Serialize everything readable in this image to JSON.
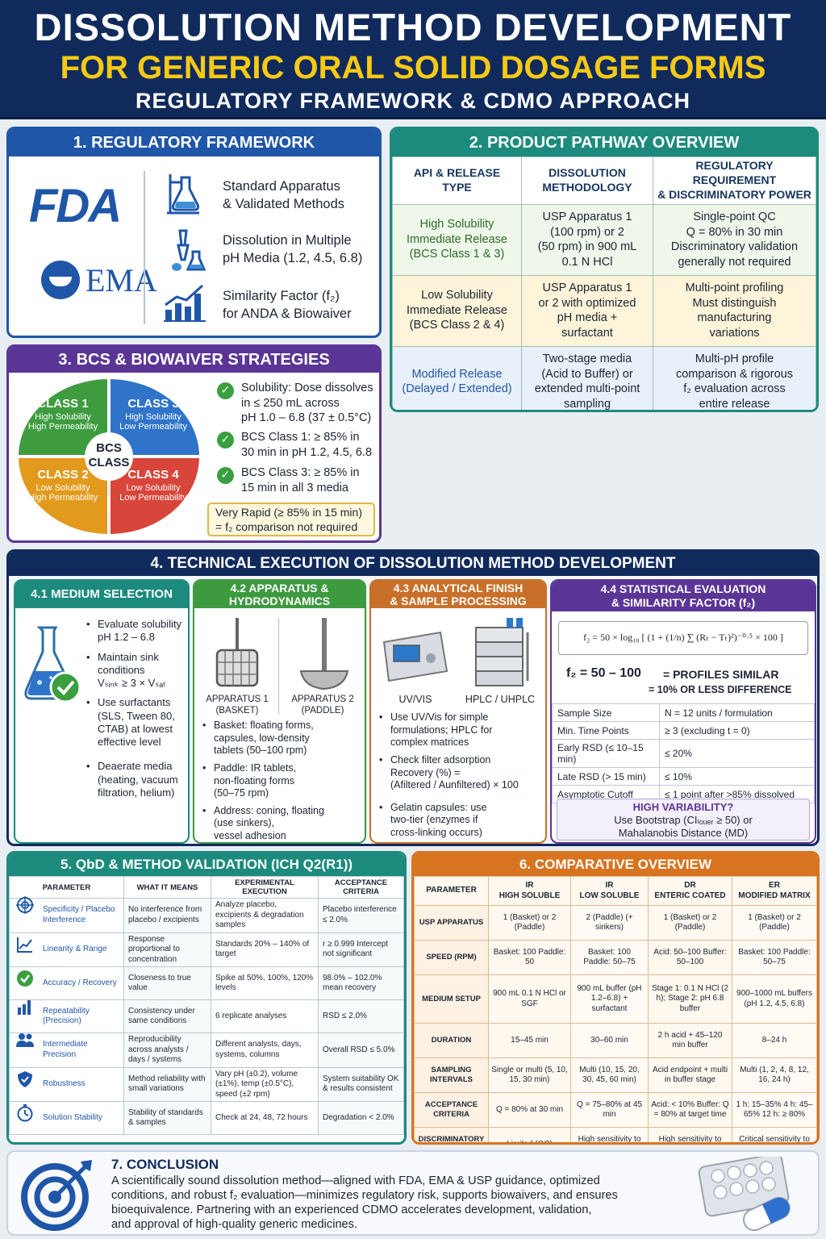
{
  "header": {
    "title1": "DISSOLUTION METHOD DEVELOPMENT",
    "title2": "FOR GENERIC ORAL SOLID DOSAGE FORMS",
    "title3": "REGULATORY FRAMEWORK & CDMO APPROACH"
  },
  "colors": {
    "navy": "#102a5c",
    "yellow": "#f6c915",
    "blue": "#1f56a8",
    "teal": "#1c8b7d",
    "purple": "#5b3596",
    "green": "#3d9a3f",
    "orange": "#d8741f"
  },
  "s1": {
    "title": "1. REGULATORY FRAMEWORK",
    "fda": "FDA",
    "ema": "EMA",
    "items": [
      {
        "l1": "Standard Apparatus",
        "l2": "& Validated Methods",
        "icon": "flask-stand-icon"
      },
      {
        "l1": "Dissolution in Multiple",
        "l2": "pH Media (1.2, 4.5, 6.8)",
        "icon": "dropper-icon"
      },
      {
        "l1": "Similarity Factor (f₂)",
        "l2": "for ANDA & Biowaiver",
        "icon": "bar-chart-icon"
      }
    ]
  },
  "s2": {
    "title": "2. PRODUCT PATHWAY OVERVIEW",
    "headers": [
      [
        "API & RELEASE",
        "TYPE"
      ],
      [
        "DISSOLUTION",
        "METHODOLOGY"
      ],
      [
        "REGULATORY REQUIREMENT",
        "& DISCRIMINATORY POWER"
      ]
    ],
    "rows": [
      {
        "type": [
          "High Solubility",
          "Immediate Release",
          "(BCS Class 1 & 3)"
        ],
        "method": [
          "USP Apparatus 1",
          "(100 rpm) or 2",
          "(50 rpm) in 900 mL",
          "0.1 N HCl"
        ],
        "req": [
          "Single-point QC",
          "Q = 80% in 30 min",
          "Discriminatory validation",
          "generally not required"
        ]
      },
      {
        "type": [
          "Low Solubility",
          "Immediate Release",
          "(BCS Class 2 & 4)"
        ],
        "method": [
          "USP Apparatus 1",
          "or 2 with optimized",
          "pH media +",
          "surfactant"
        ],
        "req": [
          "Multi-point profiling",
          "Must distinguish",
          "manufacturing",
          "variations"
        ]
      },
      {
        "type": [
          "Modified Release",
          "(Delayed / Extended)"
        ],
        "method": [
          "Two-stage media",
          "(Acid to Buffer) or",
          "extended multi-point",
          "sampling"
        ],
        "req": [
          "Multi-pH profile",
          "comparison & rigorous",
          "f₂ evaluation across",
          "entire release"
        ]
      }
    ]
  },
  "s3": {
    "title": "3. BCS & BIOWAIVER STRATEGIES",
    "center": [
      "BCS",
      "CLASS"
    ],
    "classes": [
      {
        "name": "CLASS 1",
        "a": "High Solubility",
        "b": "High Permeability"
      },
      {
        "name": "CLASS 3",
        "a": "High Solubility",
        "b": "Low Permeability"
      },
      {
        "name": "CLASS 2",
        "a": "Low Solubility",
        "b": "High Permeability"
      },
      {
        "name": "CLASS 4",
        "a": "Low Solubility",
        "b": "Low Permeability"
      }
    ],
    "checks": [
      [
        "Solubility: Dose dissolves",
        "in ≤ 250 mL across",
        "pH 1.0 – 6.8 (37 ± 0.5°C)"
      ],
      [
        "BCS Class 1: ≥ 85% in",
        "30 min in pH 1.2, 4.5, 6.8"
      ],
      [
        "BCS Class 3: ≥ 85% in",
        "15 min in all 3 media"
      ]
    ],
    "note": [
      "Very Rapid (≥ 85% in 15 min)",
      "= f₂ comparison not required"
    ]
  },
  "s4": {
    "title": "4. TECHNICAL EXECUTION OF DISSOLUTION METHOD DEVELOPMENT",
    "m1": {
      "title": "4.1 MEDIUM SELECTION",
      "bullets": [
        [
          "Evaluate solubility",
          "pH 1.2 – 6.8"
        ],
        [
          "Maintain sink",
          "conditions",
          "Vₛᵢₙₖ ≥ 3 × Vₛₐₜ"
        ],
        [
          "Use surfactants",
          "(SLS, Tween 80,",
          "CTAB) at lowest",
          "effective level"
        ],
        [
          "Deaerate media",
          "(heating, vacuum",
          "filtration, helium)"
        ]
      ]
    },
    "m2": {
      "title": [
        "4.2 APPARATUS &",
        "HYDRODYNAMICS"
      ],
      "app1": [
        "APPARATUS 1",
        "(BASKET)"
      ],
      "app2": [
        "APPARATUS 2",
        "(PADDLE)"
      ],
      "bullets": [
        [
          "Basket: floating forms,",
          "capsules, low-density",
          "tablets (50–100 rpm)"
        ],
        [
          "Paddle: IR tablets,",
          "non-floating forms",
          "(50–75 rpm)"
        ],
        [
          "Address: coning, floating",
          "(use sinkers),",
          "vessel adhesion"
        ]
      ]
    },
    "m3": {
      "title": [
        "4.3 ANALYTICAL FINISH",
        "& SAMPLE PROCESSING"
      ],
      "inst1": "UV/VIS",
      "inst2": "HPLC / UHPLC",
      "bullets": [
        [
          "Use UV/Vis for simple",
          "formulations; HPLC for",
          "complex matrices"
        ],
        [
          "Check filter adsorption",
          "Recovery (%) =",
          "(Afiltered / Aunfiltered) × 100"
        ],
        [
          "Gelatin capsules: use",
          "two-tier (enzymes if",
          "cross-linking occurs)"
        ]
      ]
    },
    "m4": {
      "title": [
        "4.4 STATISTICAL EVALUATION",
        "& SIMILARITY FACTOR (f₂)"
      ],
      "formula": "f₂ = 50 × log₁₀ [ (1 + (1/n) ∑ (Rₜ − Tₜ)²)⁻⁰·⁵ × 100 ]",
      "sim1": "f₂ = 50 – 100",
      "sim1b": "= PROFILES SIMILAR",
      "sim2": "= 10% OR LESS DIFFERENCE",
      "rows": [
        [
          "Sample Size",
          "N = 12 units / formulation"
        ],
        [
          "Min. Time Points",
          "≥ 3 (excluding t = 0)"
        ],
        [
          "Early RSD (≤ 10–15 min)",
          "≤ 20%"
        ],
        [
          "Late RSD (> 15 min)",
          "≤ 10%"
        ],
        [
          "Asymptotic Cutoff",
          "≤ 1 point after >85% dissolved"
        ]
      ],
      "hv_title": "HIGH VARIABILITY?",
      "hv1": "Use Bootstrap (CIₗₒᵤₑᵣ ≥ 50) or",
      "hv2": "Mahalanobis Distance (MD)"
    }
  },
  "s5": {
    "title": "5. QbD & METHOD VALIDATION (ICH Q2(R1))",
    "headers": [
      "PARAMETER",
      "WHAT IT MEANS",
      "EXPERIMENTAL EXECUTION",
      "ACCEPTANCE CRITERIA"
    ],
    "rows": [
      {
        "icon": "target-icon",
        "p": "Specificity / Placebo Interference",
        "m": "No interference from placebo / excipients",
        "e": "Analyze placebo, excipients & degradation samples",
        "a": "Placebo interference ≤ 2.0%"
      },
      {
        "icon": "line-chart-icon",
        "p": "Linearity & Range",
        "m": "Response proportional to concentration",
        "e": "Standards 20% – 140% of target",
        "a": "r ≥ 0.999 Intercept not significant"
      },
      {
        "icon": "check-circle-icon",
        "p": "Accuracy / Recovery",
        "m": "Closeness to true value",
        "e": "Spike at 50%, 100%, 120% levels",
        "a": "98.0% – 102.0% mean recovery"
      },
      {
        "icon": "bar-chart-icon",
        "p": "Repeatability (Precision)",
        "m": "Consistency under same conditions",
        "e": "6 replicate analyses",
        "a": "RSD ≤ 2.0%"
      },
      {
        "icon": "people-icon",
        "p": "Intermediate Precision",
        "m": "Reproducibility across analysts / days / systems",
        "e": "Different analysts, days, systems, columns",
        "a": "Overall RSD ≤ 5.0%"
      },
      {
        "icon": "shield-icon",
        "p": "Robustness",
        "m": "Method reliability with small variations",
        "e": "Vary pH (±0.2), volume (±1%), temp (±0.5°C), speed (±2 rpm)",
        "a": "System suitability OK & results consistent"
      },
      {
        "icon": "stopwatch-icon",
        "p": "Solution Stability",
        "m": "Stability of standards & samples",
        "e": "Check at 24, 48, 72 hours",
        "a": "Degradation < 2.0%"
      }
    ]
  },
  "s6": {
    "title": "6. COMPARATIVE OVERVIEW",
    "headers": [
      [
        "PARAMETER",
        ""
      ],
      [
        "IR",
        "HIGH SOLUBLE"
      ],
      [
        "IR",
        "LOW SOLUBLE"
      ],
      [
        "DR",
        "ENTERIC COATED"
      ],
      [
        "ER",
        "MODIFIED MATRIX"
      ]
    ],
    "rows": [
      [
        "USP APPARATUS",
        "1 (Basket) or 2 (Paddle)",
        "2 (Paddle) (+ sinkers)",
        "1 (Basket) or 2 (Paddle)",
        "1 (Basket) or 2 (Paddle)"
      ],
      [
        "SPEED (RPM)",
        "Basket: 100 Paddle: 50",
        "Basket: 100 Paddle: 50–75",
        "Acid: 50–100 Buffer: 50–100",
        "Basket: 100 Paddle: 50–75"
      ],
      [
        "MEDIUM SETUP",
        "900 mL 0.1 N HCl or SGF",
        "900 mL buffer (pH 1.2–6.8) + surfactant",
        "Stage 1: 0.1 N HCl (2 h); Stage 2: pH 6.8 buffer",
        "900–1000 mL buffers (pH 1.2, 4.5, 6.8)"
      ],
      [
        "DURATION",
        "15–45 min",
        "30–60 min",
        "2 h acid + 45–120 min buffer",
        "8–24 h"
      ],
      [
        "SAMPLING INTERVALS",
        "Single or multi (5, 10, 15, 30 min)",
        "Multi (10, 15, 20, 30, 45, 60 min)",
        "Acid endpoint + multi in buffer stage",
        "Multi (1, 2, 4, 8, 12, 16, 24 h)"
      ],
      [
        "ACCEPTANCE CRITERIA",
        "Q = 80% at 30 min",
        "Q = 75–80% at 45 min",
        "Acid: < 10% Buffer: Q = 80% at target time",
        "1 h: 15–35% 4 h: 45–65% 12 h: ≥ 80%"
      ],
      [
        "DISCRIMINATORY INTENT",
        "Limited (QC)",
        "High sensitivity to variations",
        "High sensitivity to coating & pH trigger",
        "Critical sensitivity to matrix & erosion"
      ]
    ]
  },
  "s7": {
    "title": "7. CONCLUSION",
    "lines": [
      "A scientifically sound dissolution method—aligned with FDA, EMA & USP guidance, optimized",
      "conditions, and robust f₂ evaluation—minimizes regulatory risk, supports biowaivers, and ensures",
      "bioequivalence. Partnering with an experienced CDMO accelerates development, validation,",
      "and approval of high-quality generic medicines."
    ]
  }
}
